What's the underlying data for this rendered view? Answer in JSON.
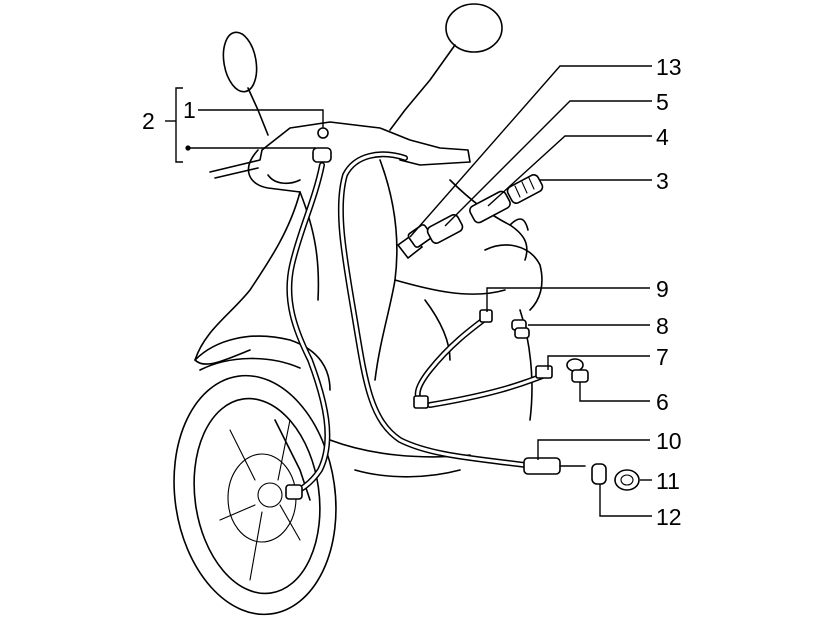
{
  "callouts": [
    {
      "id": "1",
      "label": "1"
    },
    {
      "id": "2",
      "label": "2"
    },
    {
      "id": "3",
      "label": "3"
    },
    {
      "id": "4",
      "label": "4"
    },
    {
      "id": "5",
      "label": "5"
    },
    {
      "id": "6",
      "label": "6"
    },
    {
      "id": "7",
      "label": "7"
    },
    {
      "id": "8",
      "label": "8"
    },
    {
      "id": "9",
      "label": "9"
    },
    {
      "id": "10",
      "label": "10"
    },
    {
      "id": "11",
      "label": "11"
    },
    {
      "id": "12",
      "label": "12"
    },
    {
      "id": "13",
      "label": "13"
    }
  ],
  "colors": {
    "ink": "#000000",
    "background": "#ffffff"
  }
}
